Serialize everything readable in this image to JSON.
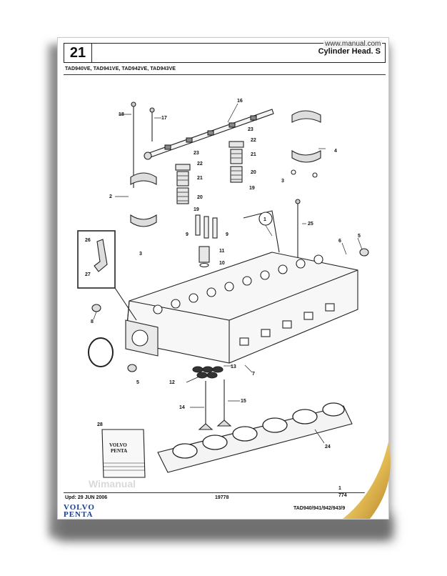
{
  "header": {
    "page_number": "21",
    "title": "Cylinder Head. S",
    "watermark": "www.manual.com"
  },
  "models": "TAD940VE, TAD941VE, TAD942VE, TAD943VE",
  "diagram": {
    "callouts": [
      "1",
      "2",
      "3",
      "3",
      "4",
      "5",
      "5",
      "6",
      "7",
      "8",
      "9",
      "9",
      "10",
      "11",
      "12",
      "13",
      "14",
      "15",
      "16",
      "17",
      "18",
      "19",
      "19",
      "20",
      "20",
      "21",
      "21",
      "22",
      "22",
      "23",
      "23",
      "24",
      "25",
      "26",
      "27",
      "28"
    ],
    "manual_box_brand": [
      "VOLVO",
      "PENTA"
    ],
    "watermark": "Wimanual"
  },
  "footer": {
    "date": "Upd: 29 JUN 2006",
    "ref": "19778",
    "right_top": "1",
    "right_bottom": "774",
    "model": "TAD940/941/942/943/9"
  },
  "brand": [
    "VOLVO",
    "PENTA"
  ],
  "colors": {
    "page_shadow": "#8a8a8a",
    "brand_blue": "#1a3e8a",
    "page_curl": "#e8c25a"
  }
}
